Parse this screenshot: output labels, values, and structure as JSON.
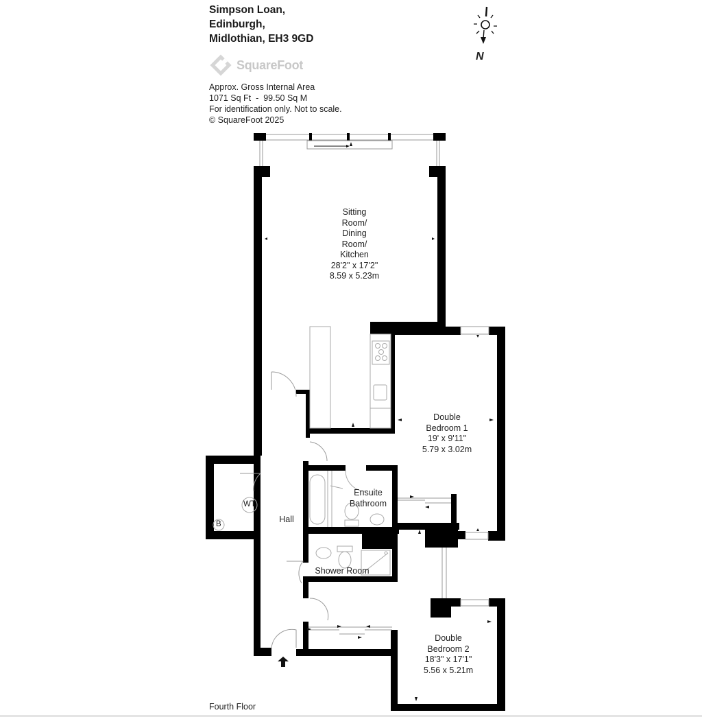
{
  "address": {
    "line1": "Simpson Loan,",
    "line2": "Edinburgh,",
    "line3": "Midlothian, EH3 9GD"
  },
  "brand": {
    "logo_text": "SquareFoot",
    "logo_color": "#c8c8c8"
  },
  "info": {
    "area_title": "Approx. Gross Internal Area",
    "area_value": "1071 Sq Ft  -  99.50 Sq M",
    "disclaimer": "For identification only. Not to scale.",
    "copyright": "© SquareFoot 2025"
  },
  "compass": {
    "icon": "sun-compass-icon",
    "label": "N"
  },
  "rooms": [
    {
      "id": "sitting",
      "lines": [
        "Sitting",
        "Room/",
        "Dining",
        "Room/",
        "Kitchen",
        "28'2\" x 17'2\"",
        "8.59 x 5.23m"
      ]
    },
    {
      "id": "bed1",
      "lines": [
        "Double",
        "Bedroom 1",
        "19' x 9'11\"",
        "5.79 x 3.02m"
      ]
    },
    {
      "id": "ensuite",
      "lines": [
        "Ensuite",
        "Bathroom"
      ]
    },
    {
      "id": "hall",
      "lines": [
        "Hall"
      ]
    },
    {
      "id": "shower",
      "lines": [
        "Shower Room"
      ]
    },
    {
      "id": "bed2",
      "lines": [
        "Double",
        "Bedroom 2",
        "18'3\" x 17'1\"",
        "5.56 x 5.21m"
      ]
    }
  ],
  "fixtures": {
    "wt": "WT",
    "boiler": "B"
  },
  "floor": "Fourth Floor",
  "colors": {
    "wall": "#000000",
    "line": "#9a9a9a",
    "background": "#ffffff"
  }
}
